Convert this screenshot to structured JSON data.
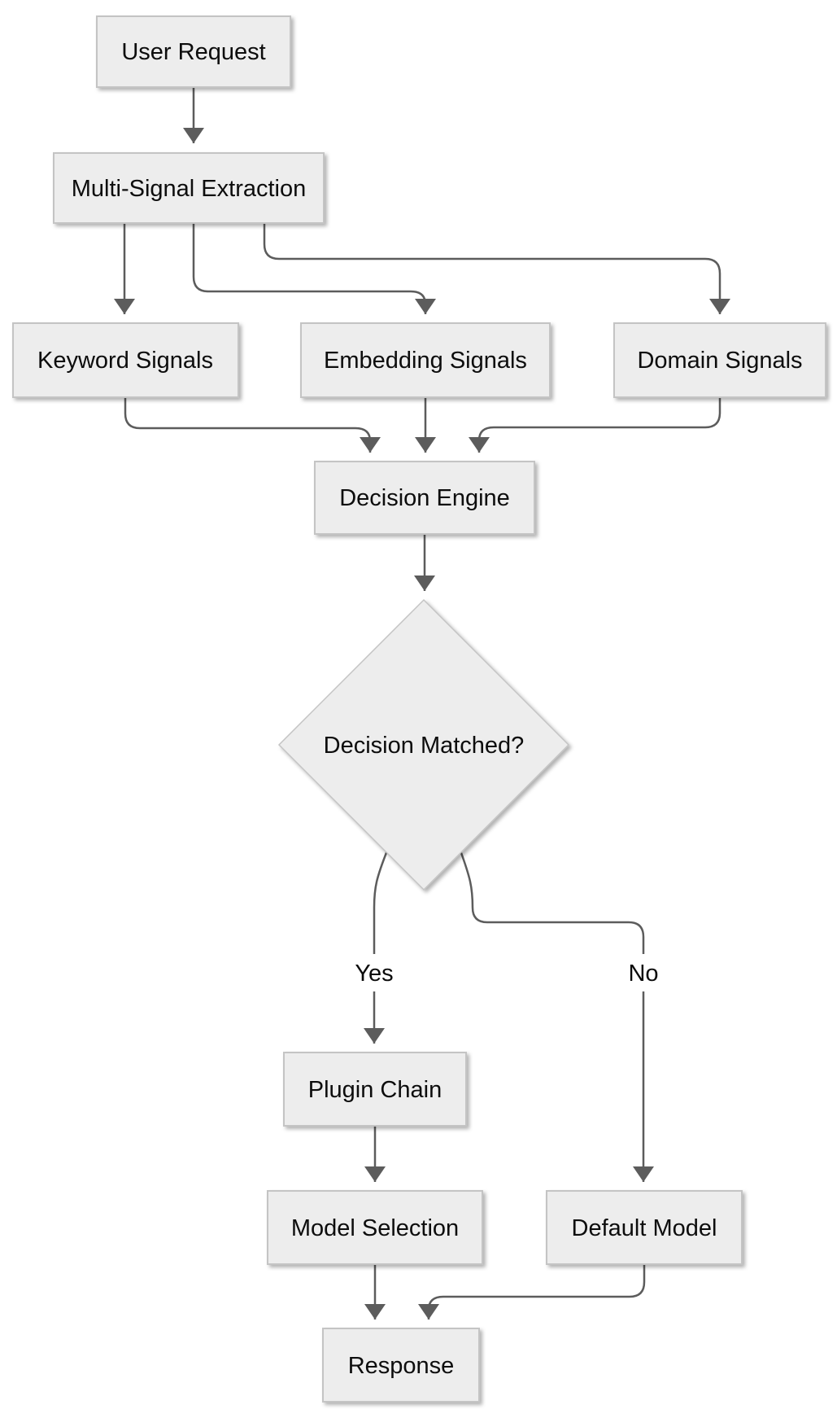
{
  "diagram": {
    "type": "flowchart",
    "direction": "top-down",
    "nodes": {
      "user_request": {
        "label": "User Request",
        "shape": "rectangle"
      },
      "multi_signal_extraction": {
        "label": "Multi-Signal Extraction",
        "shape": "rectangle"
      },
      "keyword_signals": {
        "label": "Keyword Signals",
        "shape": "rectangle"
      },
      "embedding_signals": {
        "label": "Embedding Signals",
        "shape": "rectangle"
      },
      "domain_signals": {
        "label": "Domain Signals",
        "shape": "rectangle"
      },
      "decision_engine": {
        "label": "Decision Engine",
        "shape": "rectangle"
      },
      "decision_matched": {
        "label": "Decision Matched?",
        "shape": "diamond"
      },
      "plugin_chain": {
        "label": "Plugin Chain",
        "shape": "rectangle"
      },
      "model_selection": {
        "label": "Model Selection",
        "shape": "rectangle"
      },
      "default_model": {
        "label": "Default Model",
        "shape": "rectangle"
      },
      "response": {
        "label": "Response",
        "shape": "rectangle"
      }
    },
    "edge_labels": {
      "yes": "Yes",
      "no": "No"
    },
    "edges": [
      {
        "from": "user_request",
        "to": "multi_signal_extraction",
        "label": ""
      },
      {
        "from": "multi_signal_extraction",
        "to": "keyword_signals",
        "label": ""
      },
      {
        "from": "multi_signal_extraction",
        "to": "embedding_signals",
        "label": ""
      },
      {
        "from": "multi_signal_extraction",
        "to": "domain_signals",
        "label": ""
      },
      {
        "from": "keyword_signals",
        "to": "decision_engine",
        "label": ""
      },
      {
        "from": "embedding_signals",
        "to": "decision_engine",
        "label": ""
      },
      {
        "from": "domain_signals",
        "to": "decision_engine",
        "label": ""
      },
      {
        "from": "decision_engine",
        "to": "decision_matched",
        "label": ""
      },
      {
        "from": "decision_matched",
        "to": "plugin_chain",
        "label": "Yes"
      },
      {
        "from": "decision_matched",
        "to": "default_model",
        "label": "No"
      },
      {
        "from": "plugin_chain",
        "to": "model_selection",
        "label": ""
      },
      {
        "from": "model_selection",
        "to": "response",
        "label": ""
      },
      {
        "from": "default_model",
        "to": "response",
        "label": ""
      }
    ],
    "colors": {
      "background": "#ffffff",
      "node_fill": "#ededed",
      "node_border": "#c4c4c4",
      "edge_stroke": "#5c5c5c",
      "text": "#0b0b0b"
    }
  }
}
